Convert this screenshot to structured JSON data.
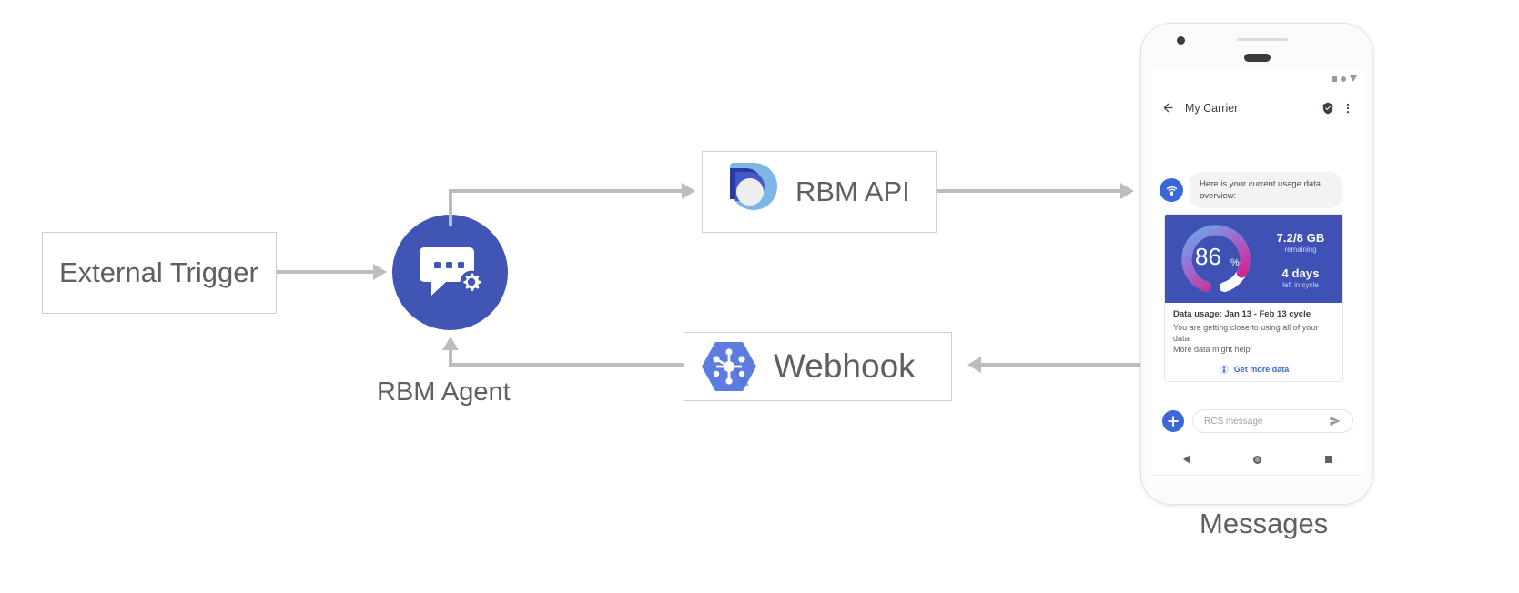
{
  "diagram": {
    "external_trigger": {
      "label": "External Trigger"
    },
    "agent": {
      "caption": "RBM Agent",
      "icon": "chat-gear-icon",
      "color": "#4055b4"
    },
    "rbm_api": {
      "label": "RBM API",
      "icon": "rbm-api-icon"
    },
    "webhook": {
      "label": "Webhook",
      "icon": "webhook-hexagon-icon"
    },
    "arrow_color": "#bdbdbd"
  },
  "phone": {
    "caption": "Messages",
    "status_icons": [
      "signal-square-icon",
      "battery-dot-icon",
      "dropdown-triangle-icon"
    ],
    "app_bar": {
      "back_icon": "back-arrow-icon",
      "title": "My Carrier",
      "verified_icon": "verified-shield-icon",
      "overflow_icon": "more-vert-icon"
    },
    "message": {
      "avatar_icon": "rcs-wifi-icon",
      "text": "Here is your current usage data overview:"
    },
    "card": {
      "media_bg": "#3f51b5",
      "donut": {
        "percent_value": "86",
        "percent_symbol": "%",
        "fill_percent": 86,
        "gradient_start": "#6aa8ee",
        "gradient_mid": "#9a6fd0",
        "gradient_end": "#d81f8c",
        "track_color": "#ffffff"
      },
      "stats": [
        {
          "value": "7.2/8 GB",
          "label": "remaining"
        },
        {
          "value": "4 days",
          "label": "left in cycle"
        }
      ],
      "title": "Data usage: Jan 13 - Feb 13 cycle",
      "description_line1": "You are getting close to using all of your data.",
      "description_line2": "More data might help!",
      "action": {
        "icon": "globe-icon",
        "label": "Get more data",
        "color": "#3b68d8"
      }
    },
    "composer": {
      "plus_icon": "plus-icon",
      "placeholder": "RCS message",
      "send_icon": "send-icon"
    },
    "nav": {
      "back_icon": "nav-back-icon",
      "home_icon": "nav-home-icon",
      "recents_icon": "nav-recents-icon"
    }
  }
}
